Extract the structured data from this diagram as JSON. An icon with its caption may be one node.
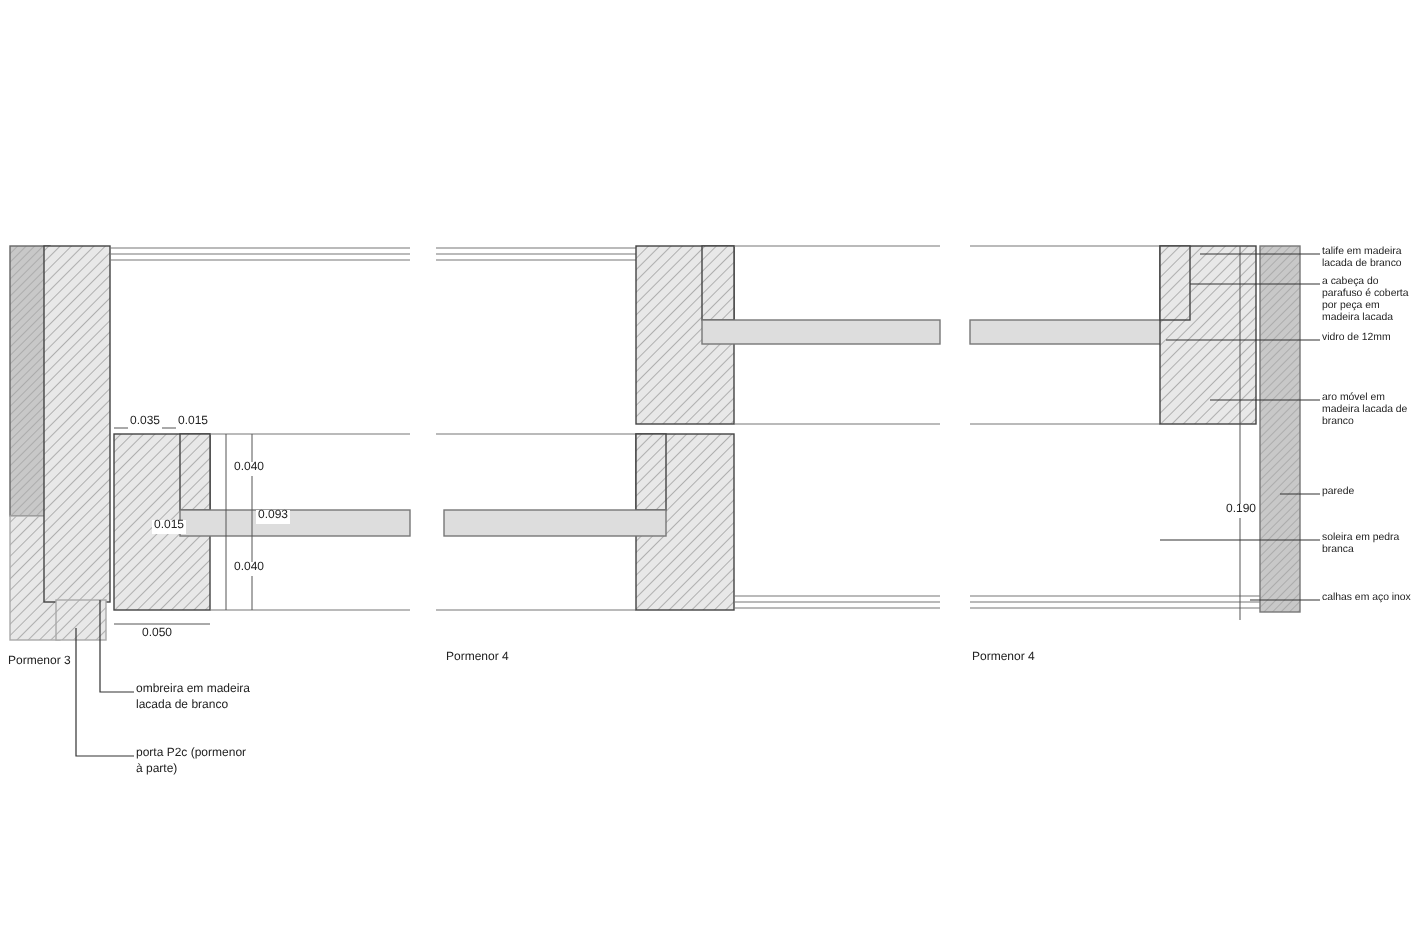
{
  "diagram": {
    "nodes": [
      {
        "text": [
          "ombreira em madeira lacada de branco"
        ]
      },
      {
        "text": [
          "porta P2c (pormenor à parte)"
        ]
      },
      {
        "text": [
          "talife em madeira lacada de branco"
        ]
      },
      {
        "text": [
          "a cabeça do parafuso é coberta por peça em madeira lacada"
        ]
      },
      {
        "text": [
          "vidro de 12mm"
        ]
      },
      {
        "text": [
          "aro móvel em madeira lacada de branco"
        ]
      },
      {
        "text": [
          "parede"
        ]
      },
      {
        "text": [
          "soleira em pedra branca"
        ]
      },
      {
        "text": [
          "calhas em aço inox"
        ]
      }
    ],
    "edges": [
      {
        "from": 0,
        "to": null,
        "arrow": "none"
      },
      {
        "from": 1,
        "to": null,
        "arrow": "none"
      },
      {
        "from": 2,
        "to": null,
        "arrow": "none"
      },
      {
        "from": 3,
        "to": null,
        "arrow": "none"
      },
      {
        "from": 4,
        "to": null,
        "arrow": "none"
      },
      {
        "from": 5,
        "to": null,
        "arrow": "none"
      },
      {
        "from": 6,
        "to": null,
        "arrow": "none"
      },
      {
        "from": 7,
        "to": null,
        "arrow": "none"
      },
      {
        "from": 8,
        "to": null,
        "arrow": "none"
      }
    ],
    "labels": [
      "0.035",
      "0.015",
      "0.040",
      "0.093",
      "0.015",
      "0.040",
      "0.050",
      "Pormenor 3",
      "Pormenor 4",
      "0.190",
      "Pormenor 4"
    ]
  }
}
